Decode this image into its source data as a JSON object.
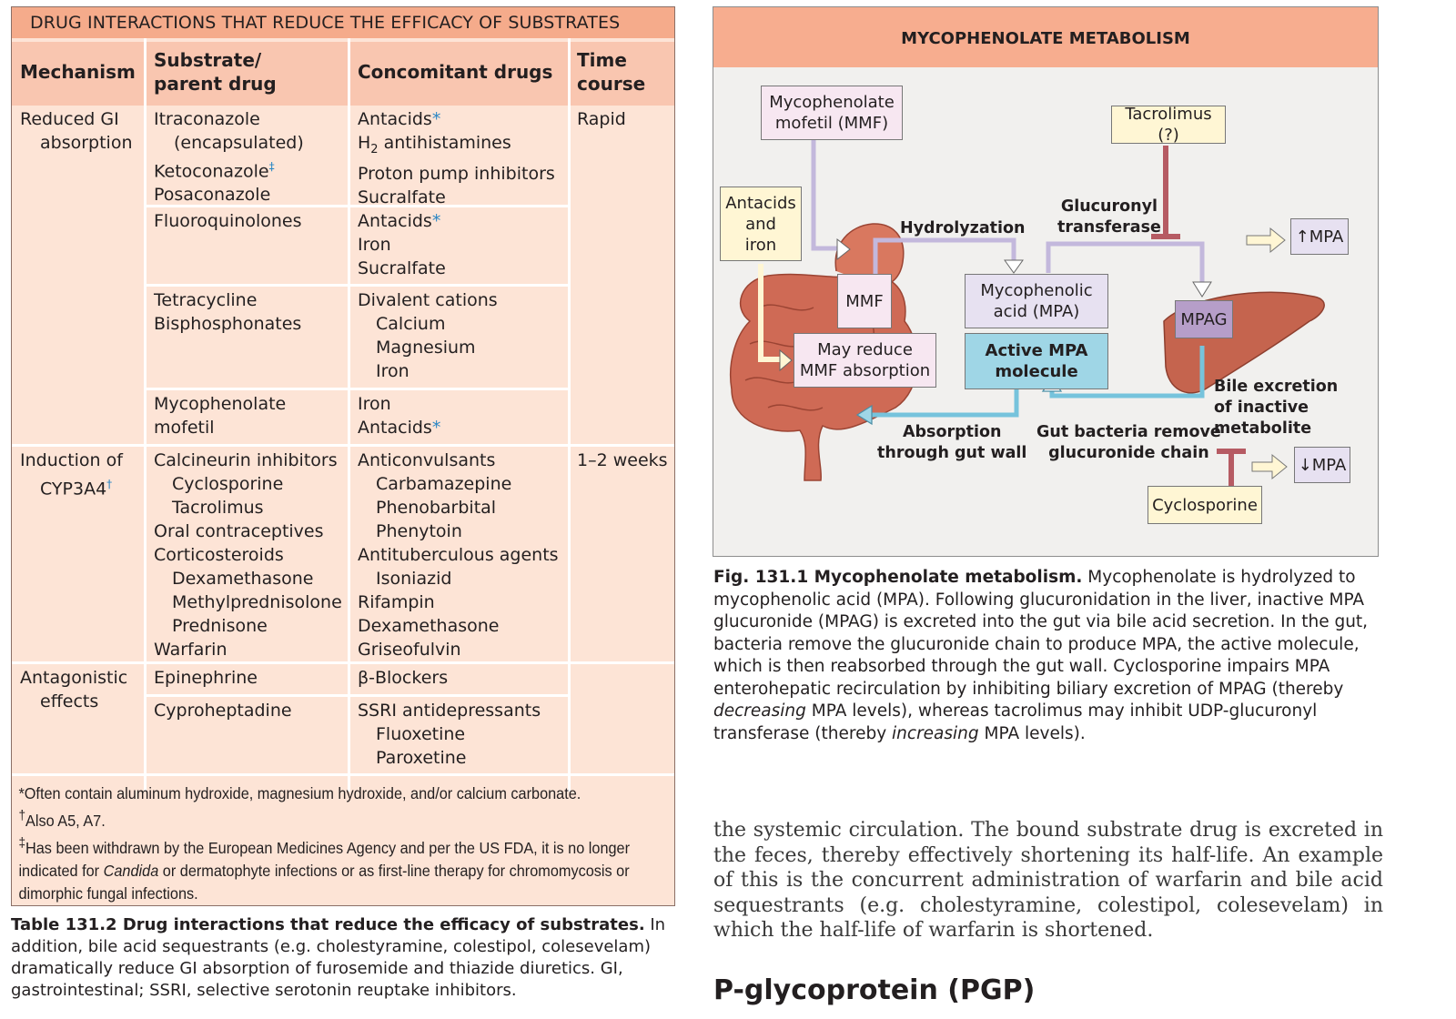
{
  "table": {
    "title": "DRUG INTERACTIONS THAT REDUCE THE EFFICACY OF SUBSTRATES",
    "headers": {
      "mechanism": "Mechanism",
      "substrate_1": "Substrate/",
      "substrate_2": "parent drug",
      "concomitant": "Concomitant drugs",
      "time_1": "Time",
      "time_2": "course"
    },
    "groups": {
      "reduced_gi": {
        "mechanism_1": "Reduced GI",
        "mechanism_2": "absorption",
        "time": "Rapid",
        "r1": {
          "s1": "Itraconazole",
          "s2": "(encapsulated)",
          "s3": "Ketoconazole",
          "s3_mark": "‡",
          "s4": "Posaconazole",
          "c1": "Antacids",
          "c1_mark": "*",
          "c2a": "H",
          "c2_sub": "2",
          "c2b": " antihistamines",
          "c3": "Proton pump inhibitors",
          "c4": "Sucralfate"
        },
        "r2": {
          "s1": "Fluoroquinolones",
          "c1": "Antacids",
          "c1_mark": "*",
          "c2": "Iron",
          "c3": "Sucralfate"
        },
        "r3": {
          "s1": "Tetracycline",
          "s2": "Bisphosphonates",
          "c1": "Divalent cations",
          "c2": "Calcium",
          "c3": "Magnesium",
          "c4": "Iron"
        },
        "r4": {
          "s1": "Mycophenolate",
          "s2": "mofetil",
          "c1": "Iron",
          "c2": "Antacids",
          "c2_mark": "*"
        }
      },
      "induction": {
        "mechanism_1": "Induction of",
        "mechanism_2": "CYP3A4",
        "mechanism_mark": "†",
        "time": "1–2 weeks",
        "substrates": [
          "Calcineurin inhibitors",
          "Cyclosporine",
          "Tacrolimus",
          "Oral contraceptives",
          "Corticosteroids",
          "Dexamethasone",
          "Methylprednisolone",
          "Prednisone",
          "Warfarin"
        ],
        "concomitant": [
          "Anticonvulsants",
          "Carbamazepine",
          "Phenobarbital",
          "Phenytoin",
          "Antituberculous agents",
          "Isoniazid",
          "Rifampin",
          "Dexamethasone",
          "Griseofulvin"
        ]
      },
      "antagonistic": {
        "mechanism_1": "Antagonistic",
        "mechanism_2": "effects",
        "r1": {
          "s1": "Epinephrine",
          "c1": "β-Blockers"
        },
        "r2": {
          "s1": "Cyproheptadine",
          "c1": "SSRI antidepressants",
          "c2": "Fluoxetine",
          "c3": "Paroxetine"
        }
      }
    },
    "footnotes": {
      "f1_mark": "*",
      "f1": "Often contain aluminum hydroxide, magnesium hydroxide, and/or calcium carbonate.",
      "f2_mark": "†",
      "f2": "Also A5, A7.",
      "f3_mark": "‡",
      "f3a": "Has been withdrawn by the European Medicines Agency and per the US FDA, it is no longer indicated for ",
      "f3_italic": "Candida",
      "f3b": " or dermatophyte infections or as first-line therapy for chromomycosis or dimorphic fungal infections."
    },
    "caption": {
      "bold": "Table 131.2 Drug interactions that reduce the efficacy of substrates.",
      "text": " In addition, bile acid sequestrants (e.g. cholestyramine, colestipol, colesevelam) dramatically reduce GI absorption of furosemide and thiazide diuretics. GI, gastrointestinal; SSRI, selective serotonin reuptake inhibitors."
    }
  },
  "figure": {
    "title": "MYCOPHENOLATE METABOLISM",
    "boxes": {
      "mmf_source_1": "Mycophenolate",
      "mmf_source_2": "mofetil (MMF)",
      "tacrolimus": "Tacrolimus (?)",
      "antacids_1": "Antacids",
      "antacids_2": "and",
      "antacids_3": "iron",
      "mmf": "MMF",
      "mpa_1": "Mycophenolic",
      "mpa_2": "acid (MPA)",
      "mpag": "MPAG",
      "reduce_1": "May reduce",
      "reduce_2": "MMF absorption",
      "active_1": "Active MPA",
      "active_2": "molecule",
      "cyclosporine": "Cyclosporine",
      "up_mpa": "↑MPA",
      "down_mpa": "↓MPA"
    },
    "labels": {
      "hydrolyzation": "Hydrolyzation",
      "glucuronyl_1": "Glucuronyl",
      "glucuronyl_2": "transferase",
      "bile_1": "Bile excretion",
      "bile_2": "of inactive",
      "bile_3": "metabolite",
      "absorption_1": "Absorption",
      "absorption_2": "through gut wall",
      "gut_1": "Gut bacteria remove",
      "gut_2": "glucuronide chain"
    },
    "colors": {
      "header": "#f7ad8f",
      "teal_arrow": "#76c3dc",
      "lavender_arrow": "#c3b8dc",
      "inhibitor": "#b65b63",
      "organ": "#cf6a55"
    },
    "caption": {
      "bold": "Fig. 131.1 Mycophenolate metabolism.",
      "t1": " Mycophenolate is hydrolyzed to mycophenolic acid (MPA). Following glucuronidation in the liver, inactive MPA glucuronide (MPAG) is excreted into the gut via bile acid secretion. In the gut, bacteria remove the glucuronide chain to produce MPA, the active molecule, which is then reabsorbed through the gut wall. Cyclosporine impairs MPA enterohepatic recirculation by inhibiting biliary excretion of MPAG (thereby ",
      "i1": "decreasing",
      "t2": " MPA levels), whereas tacrolimus may inhibit UDP-glucuronyl transferase (thereby ",
      "i2": "increasing",
      "t3": " MPA levels)."
    }
  },
  "body": {
    "paragraph": "the systemic circulation. The bound substrate drug is excreted in the feces, thereby effectively shortening its half-life. An example of this is the concurrent administration of warfarin and bile acid sequestrants (e.g. cholestyramine, colestipol, colesevelam) in which the half-life of warfarin is shortened.",
    "heading": "P-glycoprotein (PGP)"
  }
}
